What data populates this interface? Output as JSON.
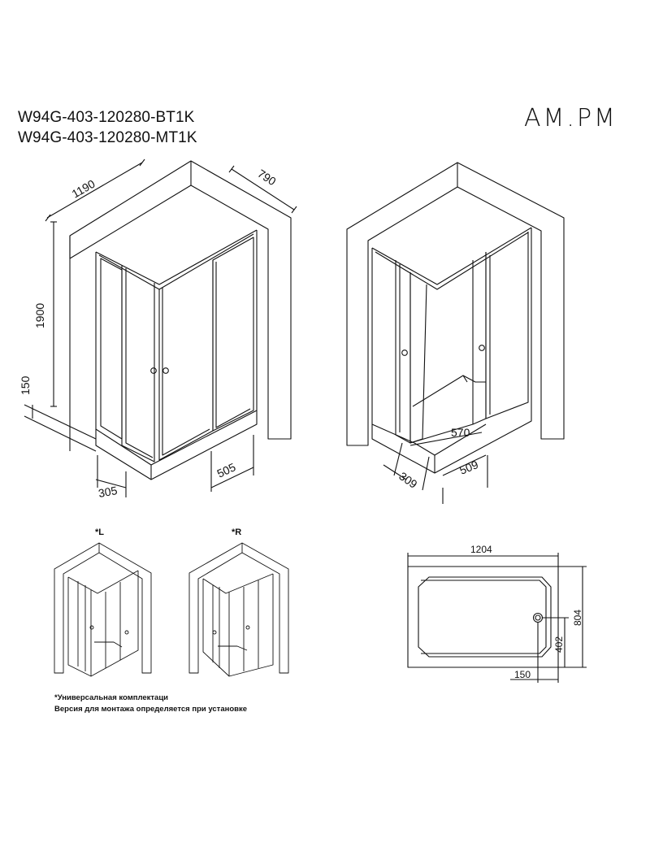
{
  "models": [
    "W94G-403-120280-BT1K",
    "W94G-403-120280-MT1K"
  ],
  "brand": "AM.PM",
  "dimensions": {
    "width": "1190",
    "depth": "790",
    "height": "1900",
    "tray_height": "150",
    "door_left": "305",
    "door_right": "505",
    "entry_diag": "570",
    "entry_left": "309",
    "entry_right": "509",
    "tray_width": "1204",
    "tray_depth": "804",
    "drain_offset_y": "402",
    "drain_offset_x": "150"
  },
  "variants": [
    {
      "label": "*L"
    },
    {
      "label": "*R"
    }
  ],
  "note": {
    "line1": "*Универсальная комплектаци",
    "line2": "Версия для монтажа определяется при установке"
  }
}
